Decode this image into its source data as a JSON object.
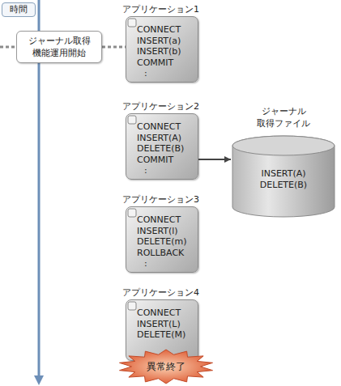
{
  "diagram": {
    "nodes": [
      {
        "text": [
          "時間"
        ]
      },
      {
        "text": [
          "ジャーナル取得 機能運用開始"
        ]
      },
      {
        "text": [
          "アプリケーション1",
          "CONNECT",
          "INSERT(a)",
          "INSERT(b)",
          "COMMIT",
          ":"
        ]
      },
      {
        "text": [
          "アプリケーション2",
          "CONNECT",
          "INSERT(A)",
          "DELETE(B)",
          "COMMIT",
          ":"
        ]
      },
      {
        "text": [
          "ジャーナル 取得ファイル",
          "INSERT(A)",
          "DELETE(B)"
        ]
      },
      {
        "text": [
          "アプリケーション3",
          "CONNECT",
          "INSERT(l)",
          "DELETE(m)",
          "ROLLBACK",
          ":"
        ]
      },
      {
        "text": [
          "アプリケーション4",
          "CONNECT",
          "INSERT(L)",
          "DELETE(M)"
        ]
      },
      {
        "text": [
          "異常終了"
        ]
      }
    ],
    "edges": [
      {
        "from": 3,
        "to": 4,
        "arrow": "to"
      }
    ]
  }
}
